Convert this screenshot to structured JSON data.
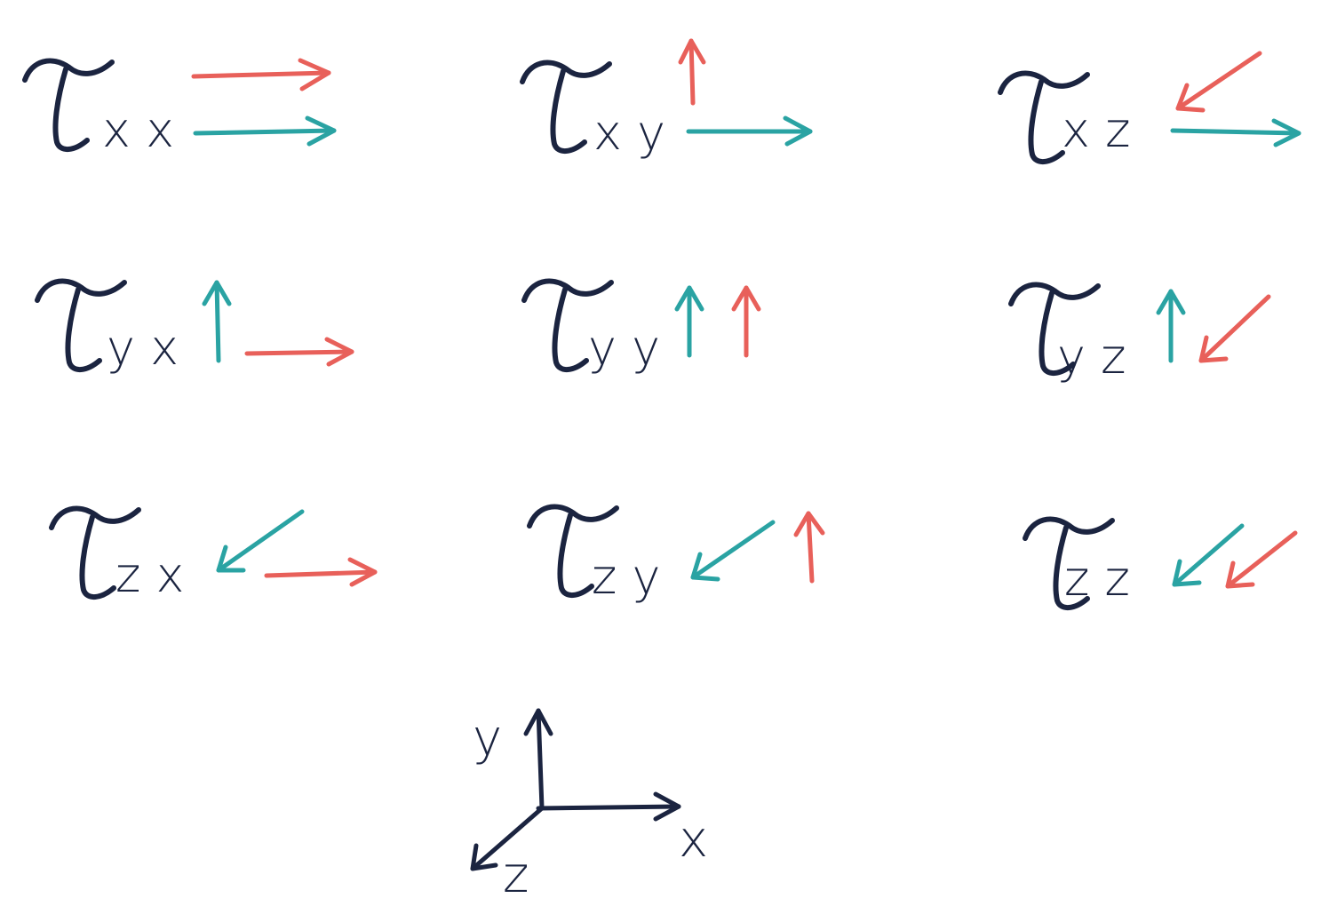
{
  "colors": {
    "ink": "#1b2440",
    "face_normal": "#e8605a",
    "force_direction": "#2aa3a3"
  },
  "symbol": "τ",
  "components": [
    {
      "id": "xx",
      "subscript": "x x",
      "teal_arrow": "x",
      "red_arrow": "x"
    },
    {
      "id": "xy",
      "subscript": "x y",
      "teal_arrow": "x",
      "red_arrow": "y"
    },
    {
      "id": "xz",
      "subscript": "x z",
      "teal_arrow": "x",
      "red_arrow": "z"
    },
    {
      "id": "yx",
      "subscript": "y x",
      "teal_arrow": "y",
      "red_arrow": "x"
    },
    {
      "id": "yy",
      "subscript": "y y",
      "teal_arrow": "y",
      "red_arrow": "y"
    },
    {
      "id": "yz",
      "subscript": "y z",
      "teal_arrow": "y",
      "red_arrow": "z"
    },
    {
      "id": "zx",
      "subscript": "z x",
      "teal_arrow": "z",
      "red_arrow": "x"
    },
    {
      "id": "zy",
      "subscript": "z y",
      "teal_arrow": "z",
      "red_arrow": "y"
    },
    {
      "id": "zz",
      "subscript": "z z",
      "teal_arrow": "z",
      "red_arrow": "z"
    }
  ],
  "axes": {
    "y_label": "y",
    "x_label": "x",
    "z_label": "z"
  }
}
